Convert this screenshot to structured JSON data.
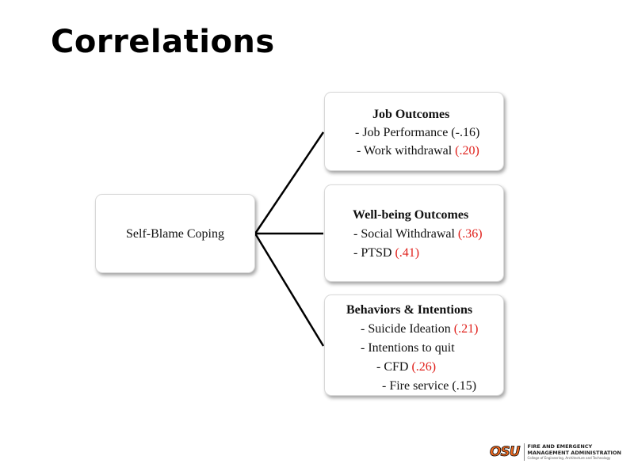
{
  "slide": {
    "title": "Correlations"
  },
  "diagram": {
    "source": {
      "label": "Self-Blame Coping"
    },
    "targets": [
      {
        "heading": "Job Outcomes",
        "items": [
          {
            "text": "- Job Performance ",
            "value": "(-.16)",
            "significant": false
          },
          {
            "text": "- Work withdrawal ",
            "value": "(.20)",
            "significant": true
          }
        ]
      },
      {
        "heading": "Well-being Outcomes",
        "items": [
          {
            "text": "- Social Withdrawal ",
            "value": "(.36)",
            "significant": true
          },
          {
            "text": "- PTSD ",
            "value": "(.41)",
            "significant": true
          }
        ]
      },
      {
        "heading": "Behaviors & Intentions",
        "items": [
          {
            "text": "- Suicide Ideation ",
            "value": "(.21)",
            "significant": true
          },
          {
            "text": "- Intentions to quit",
            "value": "",
            "significant": false
          },
          {
            "text": "- CFD ",
            "value": "(.26)",
            "significant": true
          },
          {
            "text": "- Fire service ",
            "value": "(.15)",
            "significant": false
          }
        ]
      }
    ],
    "colors": {
      "significant": "#e0201b",
      "text": "#111111",
      "line": "#000000"
    }
  },
  "footer": {
    "logo_mark": "OSU",
    "org_line1": "FIRE AND EMERGENCY",
    "org_line2": "MANAGEMENT ADMINISTRATION",
    "org_line3": "College of Engineering, Architecture and Technology",
    "brand_color": "#f26b21"
  }
}
